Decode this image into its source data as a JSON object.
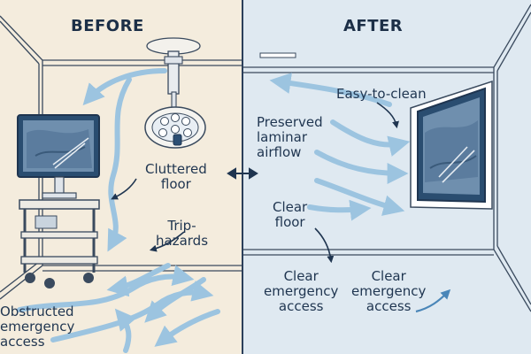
{
  "headers": {
    "before": "BEFORE",
    "after": "AFTER"
  },
  "before_labels": {
    "cluttered_floor": [
      "Cluttered",
      "floor"
    ],
    "trip_hazards": [
      "Trip-",
      "hazards"
    ],
    "obstructed_access": [
      "Obstructed",
      "emergency",
      "access"
    ]
  },
  "after_labels": {
    "easy_to_clean": "Easy-to-clean",
    "preserved_airflow": [
      "Preserved",
      "laminar",
      "airflow"
    ],
    "clear_floor": [
      "Clear",
      "floor"
    ],
    "clear_access_1": [
      "Clear",
      "emergency",
      "access"
    ],
    "clear_access_2": [
      "Clear",
      "emergency",
      "access"
    ]
  },
  "icons": {
    "divider": "double-arrow-icon",
    "equipment_before": [
      "surgical-light-icon",
      "monitor-cart-icon"
    ],
    "equipment_after": [
      "wall-mounted-monitor-icon"
    ]
  },
  "colors": {
    "before_bg": "#f4ecdd",
    "after_bg": "#dfe9f1",
    "airflow": "#9cc4e0",
    "line": "#2b3f5a",
    "text": "#1f3550"
  }
}
